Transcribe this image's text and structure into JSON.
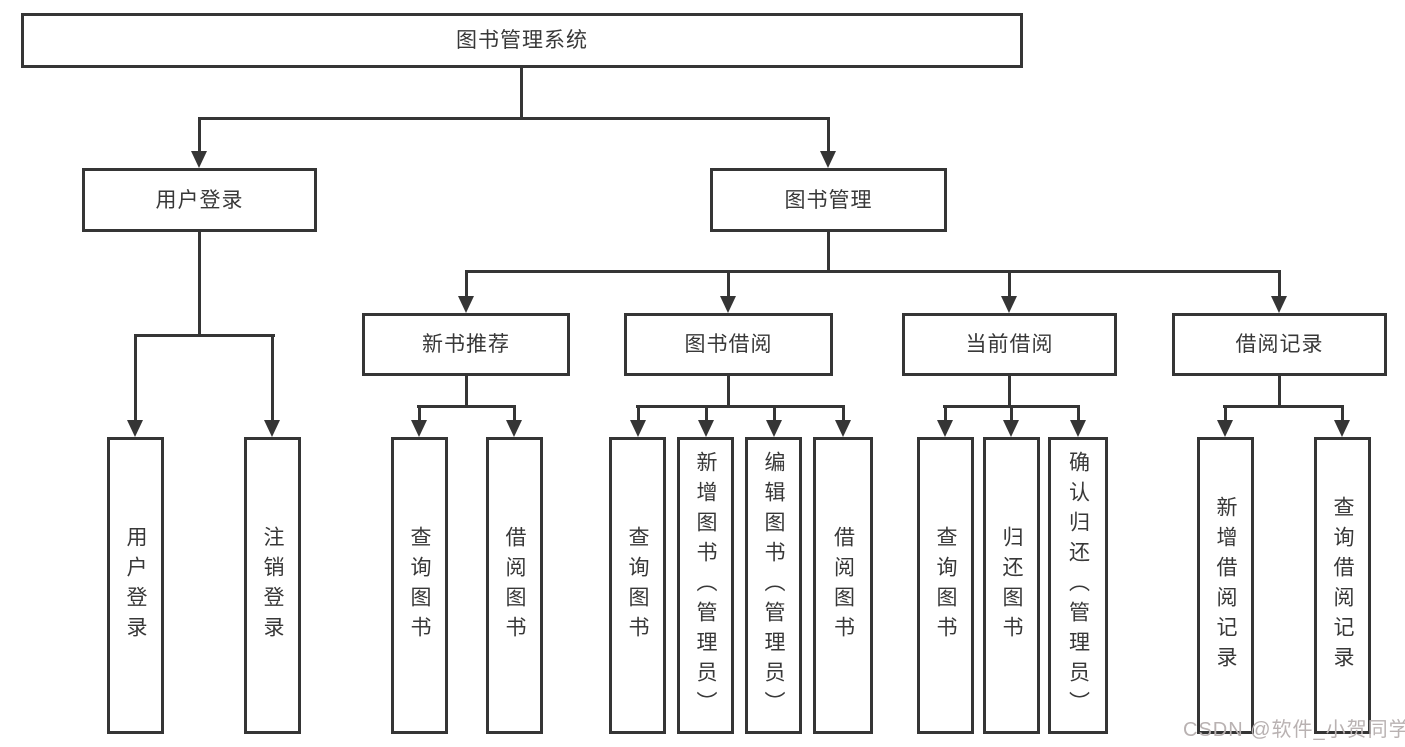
{
  "colors": {
    "line": "#353535",
    "text": "#383838",
    "box_fill": "#ffffff",
    "background": "#ffffff",
    "watermark": "#b9b2b2"
  },
  "watermark": {
    "text": "CSDN @软件_小贺同学"
  },
  "tree": {
    "root": {
      "label": "图书管理系统"
    },
    "user_login": {
      "label": "用户登录",
      "children": {
        "login": {
          "label": "用户登录"
        },
        "logout": {
          "label": "注销登录"
        }
      }
    },
    "book_mgmt": {
      "label": "图书管理",
      "children": {
        "new_book_rec": {
          "label": "新书推荐",
          "children": {
            "query": {
              "label": "查询图书"
            },
            "borrow": {
              "label": "借阅图书"
            }
          }
        },
        "book_borrow": {
          "label": "图书借阅",
          "children": {
            "query": {
              "label": "查询图书"
            },
            "add": {
              "label": "新增图书（管理员）"
            },
            "edit": {
              "label": "编辑图书（管理员）"
            },
            "borrow": {
              "label": "借阅图书"
            }
          }
        },
        "current_borrow": {
          "label": "当前借阅",
          "children": {
            "query": {
              "label": "查询图书"
            },
            "return": {
              "label": "归还图书"
            },
            "confirm": {
              "label": "确认归还（管理员）"
            }
          }
        },
        "borrow_records": {
          "label": "借阅记录",
          "children": {
            "add": {
              "label": "新增借阅记录"
            },
            "query": {
              "label": "查询借阅记录"
            }
          }
        }
      }
    }
  }
}
